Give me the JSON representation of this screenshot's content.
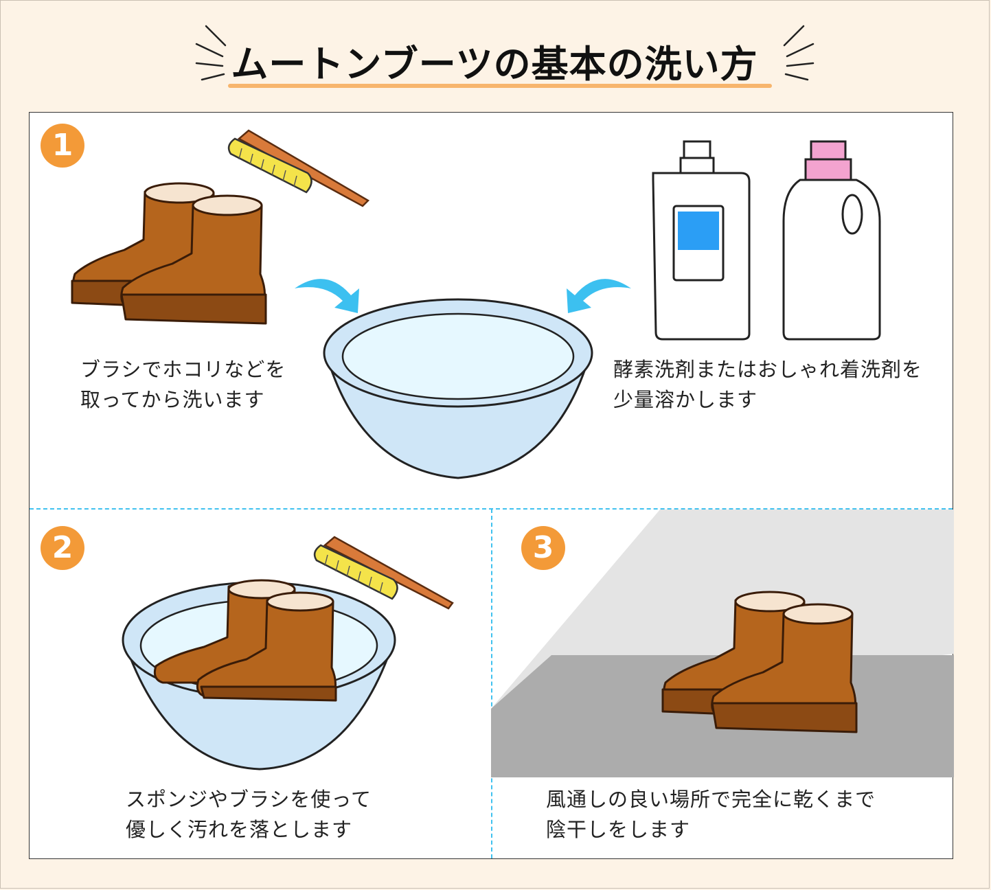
{
  "title": "ムートンブーツの基本の洗い方",
  "colors": {
    "accent": "#f39a38",
    "title_underline": "#f7b56d",
    "divider": "#3fc1ef",
    "background": "#fdf3e6",
    "boot": "#b5651d",
    "basin_water": "#e6f8ff",
    "basin_body": "#cfe6f7",
    "arrow": "#3cc0f0",
    "bottle_label": "#2b9ef5",
    "bottle_cap_pink": "#f3a3cf"
  },
  "steps": [
    {
      "number": "1",
      "caption_left": [
        "ブラシでホコリなどを",
        "取ってから洗います"
      ],
      "caption_right": [
        "酵素洗剤またはおしゃれ着洗剤を",
        "少量溶かします"
      ],
      "icons": [
        "boots-icon",
        "brush-icon",
        "basin-icon",
        "arrow-right-icon",
        "arrow-left-icon",
        "detergent-bottle-icon",
        "detergent-bottle-icon"
      ]
    },
    {
      "number": "2",
      "caption": [
        "スポンジやブラシを使って",
        "優しく汚れを落とします"
      ],
      "icons": [
        "boots-in-basin-icon",
        "brush-icon"
      ]
    },
    {
      "number": "3",
      "caption": [
        "風通しの良い場所で完全に乾くまで",
        "陰干しをします"
      ],
      "icons": [
        "boots-icon",
        "shade-floor-icon"
      ]
    }
  ]
}
